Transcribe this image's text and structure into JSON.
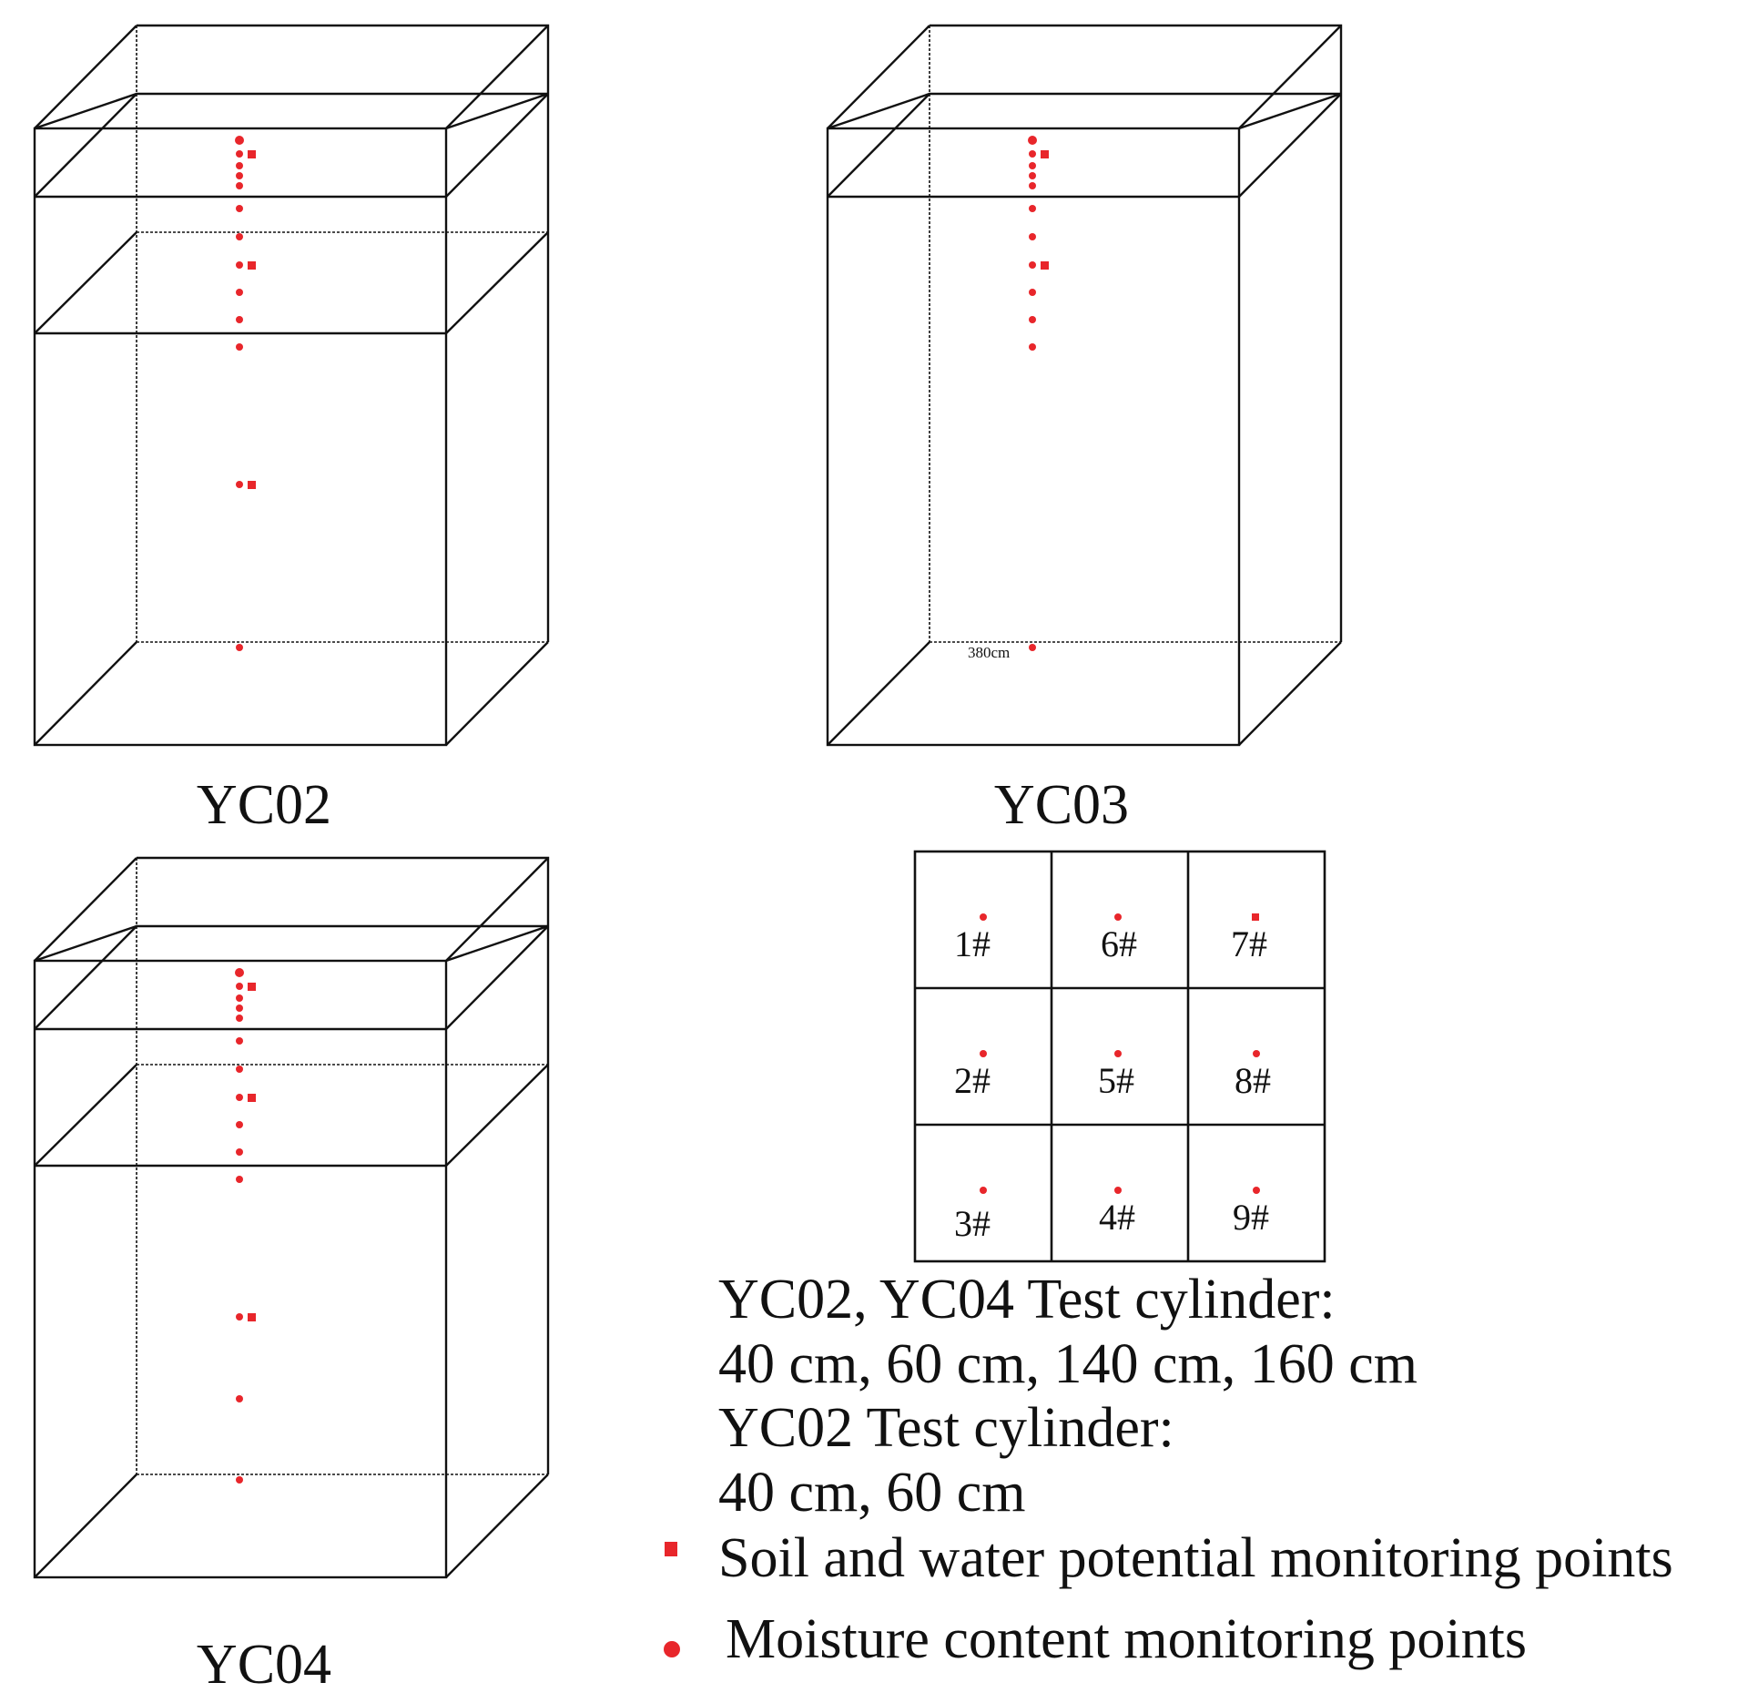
{
  "cylinders": [
    {
      "id": "yc02",
      "caption": "YC02",
      "layers": 2,
      "depth_note": ""
    },
    {
      "id": "yc03",
      "caption": "YC03",
      "layers": 1,
      "depth_note": "380cm"
    },
    {
      "id": "yc04",
      "caption": "YC04",
      "layers": 2,
      "depth_note": ""
    }
  ],
  "grid": {
    "rows": [
      [
        "1#",
        "6#",
        "7#"
      ],
      [
        "2#",
        "5#",
        "8#"
      ],
      [
        "3#",
        "4#",
        "9#"
      ]
    ]
  },
  "notes": {
    "line1": "YC02, YC04 Test cylinder:",
    "line2": "40 cm, 60 cm, 140 cm, 160 cm",
    "line3": "YC02 Test cylinder:",
    "line4": "40 cm, 60 cm"
  },
  "legend": {
    "square_label": "Soil and water potential monitoring points",
    "circle_label": "Moisture content monitoring points"
  },
  "colors": {
    "marker": "#e8262b",
    "line": "#111111"
  }
}
